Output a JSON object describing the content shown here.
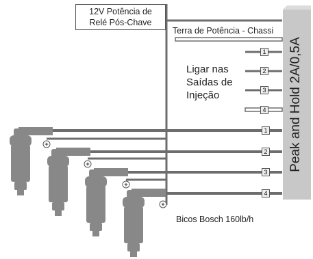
{
  "relay_label": {
    "line1": "12V Potência de",
    "line2": "Relé Pós-Chave"
  },
  "ground_label": "Terra de Potência - Chassi",
  "injection_label": {
    "line1": "Ligar nas",
    "line2": "Saídas de",
    "line3": "Injeção"
  },
  "module_label": "Peak and Hold 2A/0,5A",
  "nozzle_label": "Bicos Bosch 160lb/h",
  "output_numbers": [
    "1",
    "2",
    "3",
    "4"
  ],
  "injector_numbers": [
    "1",
    "2",
    "3",
    "4"
  ],
  "polarity_symbol": "+",
  "colors": {
    "wire": "#6d6d6d",
    "module": "#c8c8c8",
    "injector": "#888888"
  }
}
